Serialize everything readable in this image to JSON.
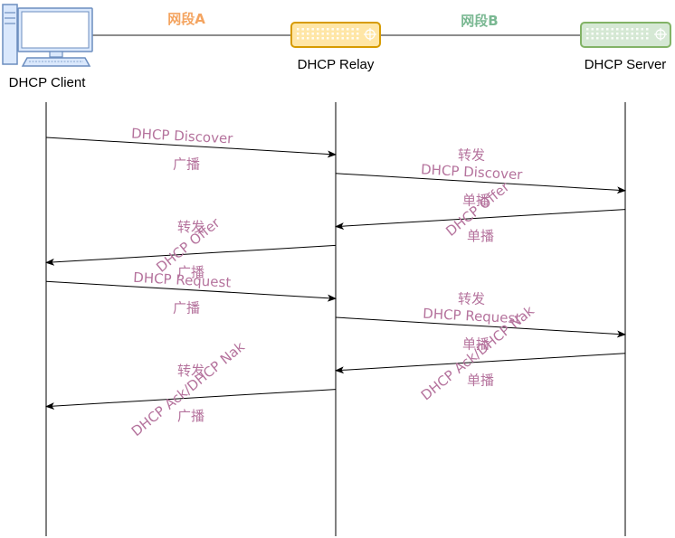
{
  "nodes": {
    "client": {
      "label": "DHCP Client"
    },
    "relay": {
      "label": "DHCP Relay",
      "fill": "#ffe6a6",
      "stroke": "#d79b00"
    },
    "server": {
      "label": "DHCP Server",
      "fill": "#d5e8d4",
      "stroke": "#82b366"
    }
  },
  "segments": {
    "a": {
      "label": "网段A",
      "color": "#f4a460"
    },
    "b": {
      "label": "网段B",
      "color": "#7ab892"
    }
  },
  "messages": [
    {
      "from": "client",
      "to": "relay",
      "lines": [
        "DHCP Discover"
      ],
      "mode": "广播"
    },
    {
      "from": "relay",
      "to": "server",
      "lines": [
        "转发",
        "DHCP Discover"
      ],
      "mode": "单播"
    },
    {
      "from": "server",
      "to": "relay",
      "lines": [
        "DHCP Offer"
      ],
      "mode": "单播"
    },
    {
      "from": "relay",
      "to": "client",
      "lines": [
        "转发",
        "DHCP Offer"
      ],
      "mode": "广播"
    },
    {
      "from": "client",
      "to": "relay",
      "lines": [
        "DHCP Request"
      ],
      "mode": "广播"
    },
    {
      "from": "relay",
      "to": "server",
      "lines": [
        "转发",
        "DHCP Request"
      ],
      "mode": "单播"
    },
    {
      "from": "server",
      "to": "relay",
      "lines": [
        "DHCP Ack/DHCP Nak"
      ],
      "mode": "单播"
    },
    {
      "from": "relay",
      "to": "client",
      "lines": [
        "转发",
        "DHCP Ack/DHCP Nak"
      ],
      "mode": "广播"
    }
  ],
  "colors": {
    "message_text": "#b5739d",
    "client_icon": "#dae8fc",
    "client_icon_stroke": "#6c8ebf"
  }
}
